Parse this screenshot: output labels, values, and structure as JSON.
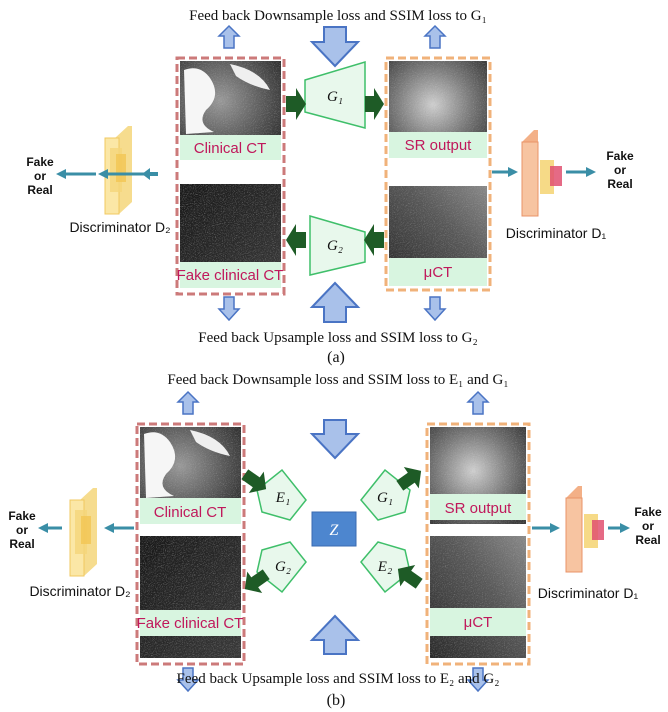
{
  "panel_a": {
    "top_caption": "Feed back Downsample loss and SSIM loss to G₁",
    "bottom_caption": "Feed back Upsample loss and SSIM loss to G₂",
    "left_top_label": "Clinical CT",
    "left_bottom_label": "Fake clinical CT",
    "right_top_label": "SR output",
    "right_bottom_label": "μCT",
    "gen_top": "G₁",
    "gen_bottom": "G₂",
    "disc_left": "Discriminator D₂",
    "disc_right": "Discriminator D₁",
    "fake_real_left": [
      "Fake",
      "or",
      "Real"
    ],
    "fake_real_right": [
      "Fake",
      "or",
      "Real"
    ],
    "sublabel": "(a)"
  },
  "panel_b": {
    "top_caption": "Feed back Downsample loss and SSIM loss to E₁ and G₁",
    "bottom_caption": "Feed back Upsample loss and SSIM loss to E₂ and G₂",
    "left_top_label": "Clinical CT",
    "left_bottom_label": "Fake clinical CT",
    "right_top_label": "SR output",
    "right_bottom_label": "μCT",
    "enc_top": "E₁",
    "gen_top": "G₁",
    "gen_bottom": "G₂",
    "enc_bottom": "E₂",
    "latent": "Z",
    "disc_left": "Discriminator D₂",
    "disc_right": "Discriminator D₁",
    "fake_real_left": [
      "Fake",
      "or",
      "Real"
    ],
    "fake_real_right": [
      "Fake",
      "or",
      "Real"
    ],
    "sublabel": "(b)"
  },
  "colors": {
    "frame_left": "#cc7a7a",
    "frame_right": "#f0b27a",
    "label_bg": "#d8f5e0",
    "label_text": "#c0185b",
    "generator_fill": "#e8f8ec",
    "generator_stroke": "#3fbf6a",
    "dark_arrow": "#1e5b26",
    "feedback_arrow_fill": "#a9c1ea",
    "feedback_arrow_stroke": "#4a74c4",
    "small_arrow": "#3a8ea6",
    "latent_box": "#4d86cf",
    "disc_yellow": "#f5d67a",
    "disc_orange": "#f2a77a",
    "disc_red": "#e05070"
  }
}
